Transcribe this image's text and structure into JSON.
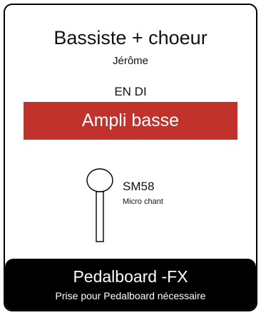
{
  "card": {
    "title": "Bassiste + choeur",
    "name": "Jérôme",
    "di_label": "EN DI",
    "amp_label": "Ampli basse",
    "amp_color": "#c1322d",
    "mic": {
      "icon": "microphone-icon",
      "name": "SM58",
      "description": "Micro chant"
    },
    "footer": {
      "title": "Pedalboard -FX",
      "subtitle": "Prise pour Pedalboard nécessaire"
    }
  }
}
